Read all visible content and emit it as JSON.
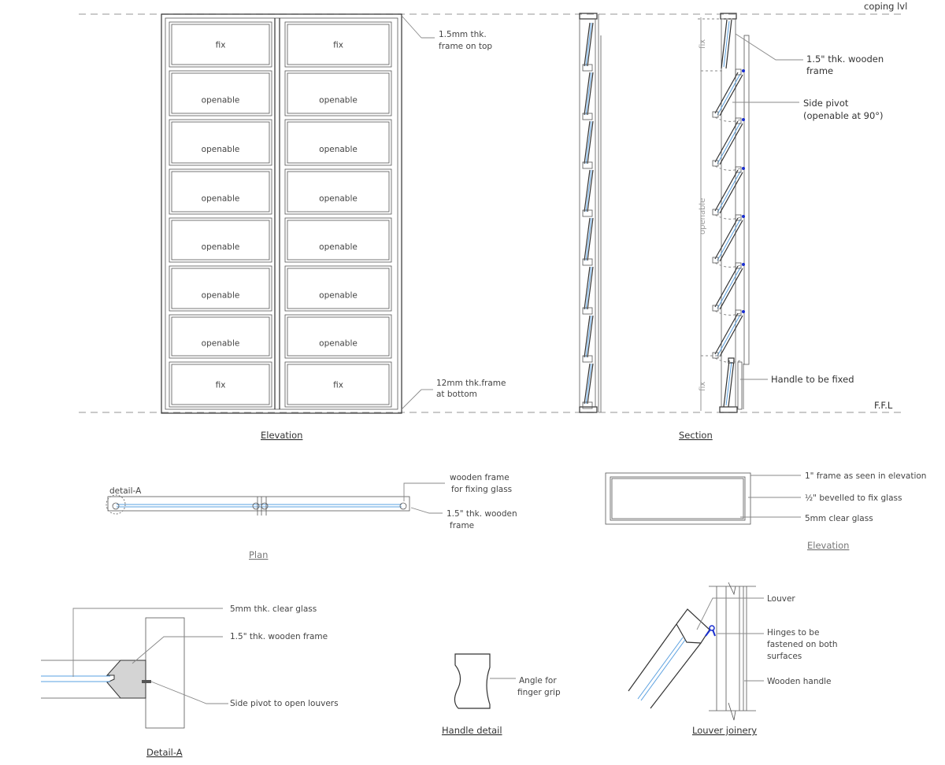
{
  "levels": {
    "top": "coping lvl",
    "bottom": "F.F.L"
  },
  "elevation": {
    "title": "Elevation",
    "panels_left": [
      "fix",
      "openable",
      "openable",
      "openable",
      "openable",
      "openable",
      "openable",
      "fix"
    ],
    "panels_right": [
      "fix",
      "openable",
      "openable",
      "openable",
      "openable",
      "openable",
      "openable",
      "fix"
    ],
    "note_top": [
      "1.5mm thk.",
      "frame on top"
    ],
    "note_bottom": [
      "12mm thk.frame",
      "at bottom"
    ]
  },
  "section": {
    "title": "Section",
    "dim_fix_top": "fix",
    "dim_openable": "openable",
    "dim_fix_bottom": "fix",
    "note_frame": [
      "1.5\" thk. wooden",
      "frame"
    ],
    "note_pivot": [
      "Side pivot",
      "(openable at 90°)"
    ],
    "note_handle": "Handle to be fixed"
  },
  "plan": {
    "title": "Plan",
    "detail_tag": "detail-A",
    "note_wood": [
      "wooden frame",
      "for fixing glass"
    ],
    "note_frame": [
      "1.5\" thk. wooden",
      "frame"
    ]
  },
  "panel_elevation": {
    "title": "Elevation",
    "notes": [
      "1\" frame as seen in elevation",
      "½\" bevelled to fix glass",
      "5mm clear glass"
    ]
  },
  "detail_a": {
    "title": "Detail-A",
    "notes": [
      "5mm thk. clear glass",
      "1.5\" thk. wooden frame",
      "Side pivot to open louvers"
    ]
  },
  "handle_detail": {
    "title": "Handle detail",
    "note": [
      "Angle for",
      "finger grip"
    ]
  },
  "louver_joinery": {
    "title": "Louver joinery",
    "notes": [
      "Louver",
      "Hinges to be",
      "fastened on both",
      "surfaces",
      "Wooden handle"
    ]
  },
  "colors": {
    "glass": "#5aa0e0",
    "hinge": "#1a2fd0",
    "line": "#333333"
  }
}
